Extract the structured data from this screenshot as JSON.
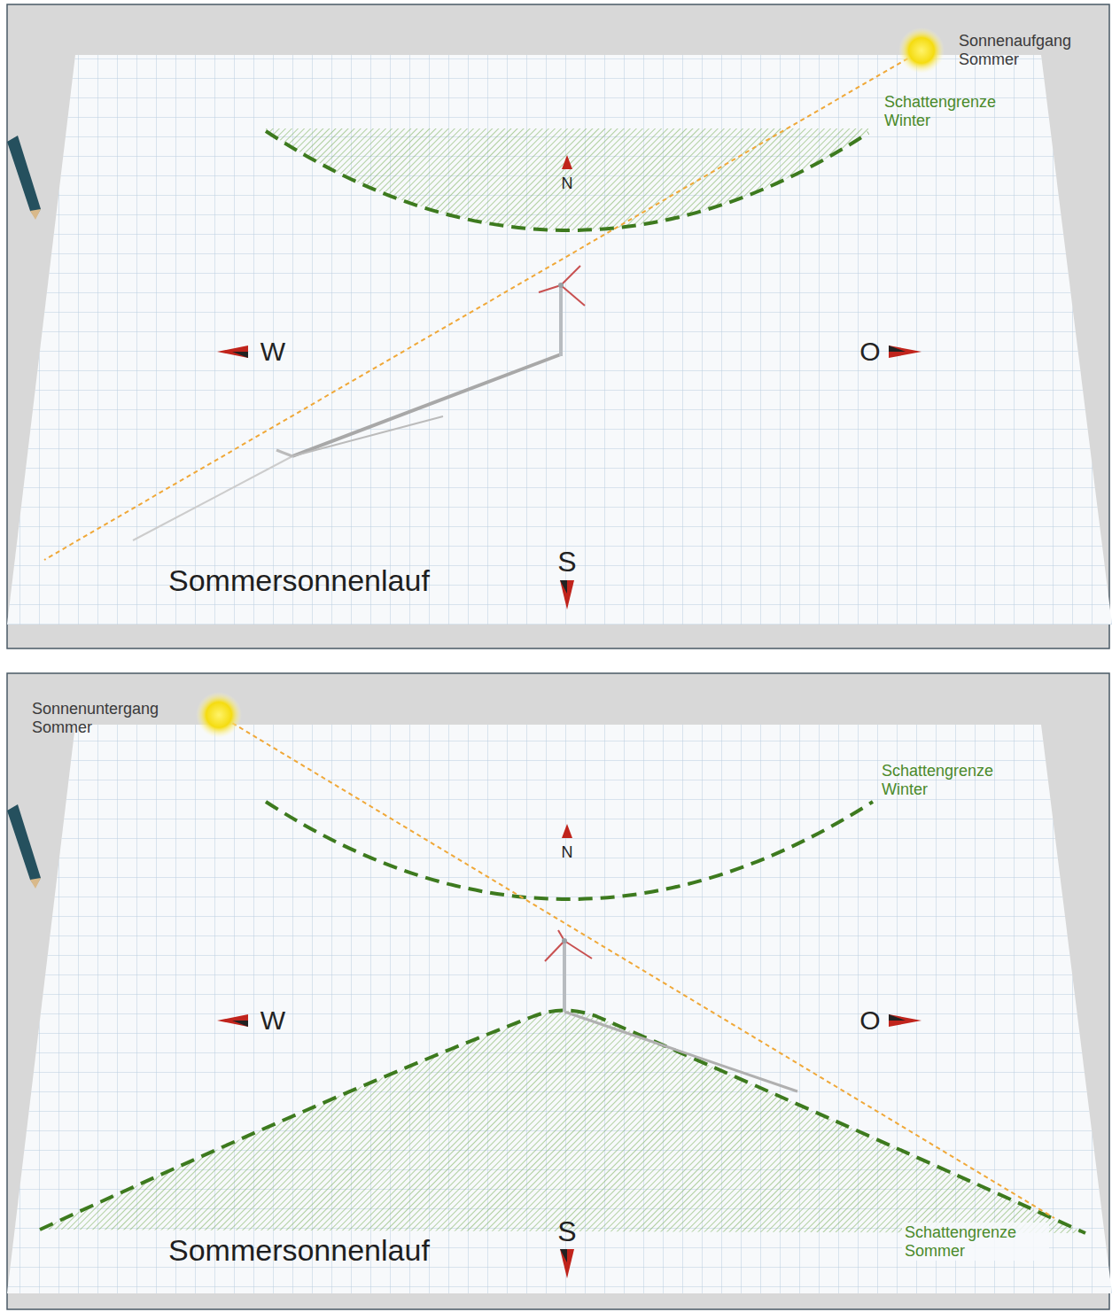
{
  "diagram": {
    "labels": [
      "Sonnenaufgang Sommer",
      "Schattengrenze Winter",
      "N",
      "W",
      "O",
      "S",
      "Sommersonnenlauf",
      "Sonnenuntergang Sommer",
      "Schattengrenze Winter",
      "N",
      "W",
      "O",
      "Schattengrenze Sommer",
      "S",
      "Sommersonnenlauf"
    ]
  }
}
